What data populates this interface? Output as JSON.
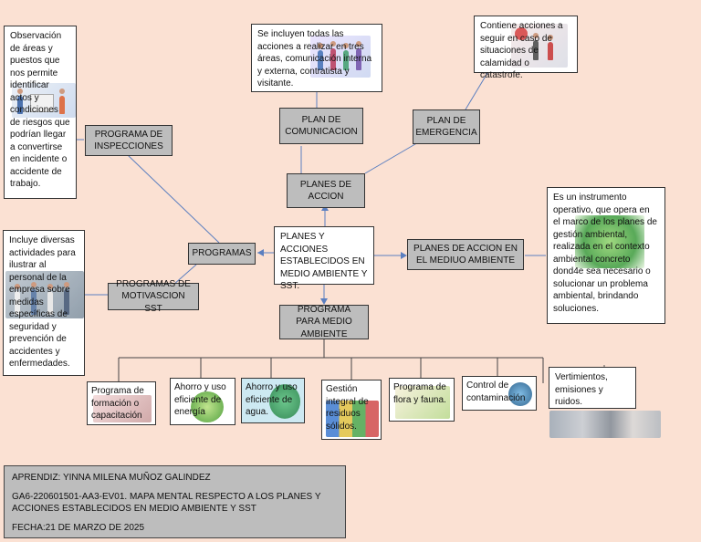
{
  "center": "PLANES Y ACCIONES ESTABLECIDOS EN MEDIO AMBIENTE Y SST.",
  "planes_de_accion": "PLANES DE ACCION",
  "plan_comunicacion": "PLAN DE COMUNICACION",
  "plan_emergencia": "PLAN DE EMERGENCIA",
  "comunicacion_desc": "Se incluyen todas las acciones a realizar en tres áreas, comunicación interna y externa, contratista y visitante.",
  "emergencia_desc": "Contiene acciones a seguir en caso de situaciones de calamidad o catastrofe.",
  "programas": "PROGRAMAS",
  "programa_inspecciones": "PROGRAMA DE INSPECCIONES",
  "inspecciones_desc": "Observación de áreas y puestos que nos permite identificar actos y condiciones de riesgos que podrían llegar a convertirse en incidente o accidente de trabajo.",
  "programas_motivacion": "PROGRAMAS DE MOTIVASCION SST",
  "motivacion_desc": "Incluye diversas actividades para ilustrar al personal de la empresa sobre medidas específicas de seguridad y prevención de accidentes y enfermedades.",
  "planes_medio_ambiente": "PLANES DE ACCION EN EL MEDIUO AMBIENTE",
  "medio_ambiente_desc": "Es un instrumento operativo, que opera en el marco de los planes de gestión ambiental, realizada en el contexto ambiental concreto dond4e sea necesario o solucionar un problema ambiental, brindando soluciones.",
  "programa_medio_ambiente": "PROGRAMA PARA MEDIO AMBIENTE",
  "sub_programas": [
    "Programa de formación o capacitación",
    "Ahorro y uso eficiente de energía",
    "Ahorro y uso eficiente de agua.",
    "Gestión integral de residuos sólidos.",
    "Programa de flora y fauna.",
    "Control de contaminación"
  ],
  "vertimientos": "Vertimientos, emisiones y ruidos.",
  "footer": {
    "aprendiz": "APRENDIZ: YINNA MILENA MUÑOZ GALINDEZ",
    "titulo": "GA6-220601501-AA3-EV01. MAPA MENTAL RESPECTO A LOS PLANES Y ACCIONES ESTABLECIDOS EN MEDIO AMBIENTE Y SST",
    "fecha": "FECHA:21 DE MARZO DE 2025"
  }
}
